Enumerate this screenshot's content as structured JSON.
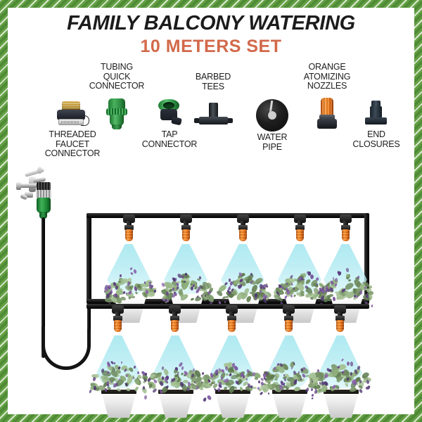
{
  "header": {
    "title": "FAMILY BALCONY WATERING",
    "subtitle": "10 METERS SET",
    "title_color": "#1c1c1c",
    "subtitle_color": "#d2694a"
  },
  "theme": {
    "border_color": "#4f8a35",
    "background": "#ffffff",
    "mist_color": "#a8e8f0",
    "nozzle_color": "#f2791a",
    "connector_green": "#2e8f43",
    "pipe_color": "#141414"
  },
  "components": [
    {
      "id": "threaded-faucet-connector",
      "label": "THREADED\nFAUCET\nCONNECTOR",
      "icon": "threaded-faucet-connector-icon"
    },
    {
      "id": "tubing-quick-connector",
      "label": "TUBING\nQUICK\nCONNECTOR",
      "icon": "tubing-quick-connector-icon"
    },
    {
      "id": "tap-connector",
      "label": "TAP\nCONNECTOR",
      "icon": "tap-connector-icon"
    },
    {
      "id": "barbed-tees",
      "label": "BARBED\nTEES",
      "icon": "barbed-tee-icon"
    },
    {
      "id": "water-pipe",
      "label": "WATER\nPIPE",
      "icon": "water-pipe-coil-icon"
    },
    {
      "id": "orange-atomizing-nozzles",
      "label": "ORANGE\nATOMIZING\nNOZZLES",
      "icon": "orange-atomizing-nozzle-icon"
    },
    {
      "id": "end-closures",
      "label": "END\nCLOSURES",
      "icon": "end-closure-icon"
    }
  ],
  "diagram": {
    "faucet_label": "wall-faucet-with-quick-connector",
    "upper_row": {
      "nozzle_count": 5,
      "planter_count": 5
    },
    "lower_row": {
      "nozzle_count": 5,
      "planter_count": 5
    },
    "plant_type": "lavender"
  }
}
